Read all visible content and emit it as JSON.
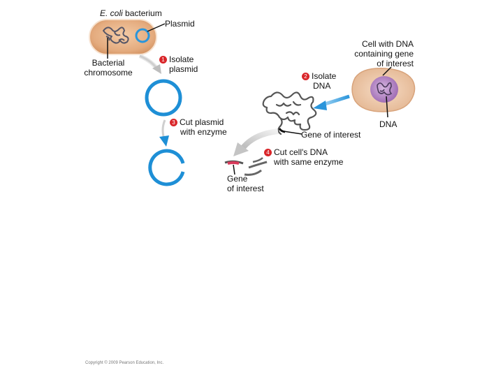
{
  "labels": {
    "ecoli_italic": "E. coli",
    "ecoli_rest": " bacterium",
    "plasmid": "Plasmid",
    "bacterial_chromosome": [
      "Bacterial",
      "chromosome"
    ],
    "cell_with_dna": [
      "Cell with DNA",
      "containing gene",
      "of interest"
    ],
    "dna": "DNA",
    "gene_of_interest_top": "Gene of interest",
    "gene_of_interest_bottom": [
      "Gene",
      "of interest"
    ]
  },
  "steps": [
    {
      "number": "1",
      "lines": [
        "Isolate",
        "plasmid"
      ]
    },
    {
      "number": "2",
      "lines": [
        "Isolate",
        "DNA"
      ]
    },
    {
      "number": "3",
      "lines": [
        "Cut plasmid",
        "with enzyme"
      ]
    },
    {
      "number": "4",
      "lines": [
        "Cut cell's DNA",
        "with same enzyme"
      ]
    }
  ],
  "copyright": "Copyright © 2009 Pearson Education, Inc.",
  "colors": {
    "bacterium_fill": "#e4ab7e",
    "bacterium_edge": "#f6d9bf",
    "plasmid_blue": "#1e8fd6",
    "step_badge": "#d9262a",
    "gene_red": "#d83a5a",
    "nucleus_purple": "#b083c0",
    "cell_fill": "#ecc9ad",
    "arrow_gray": "#c8c8c8"
  }
}
